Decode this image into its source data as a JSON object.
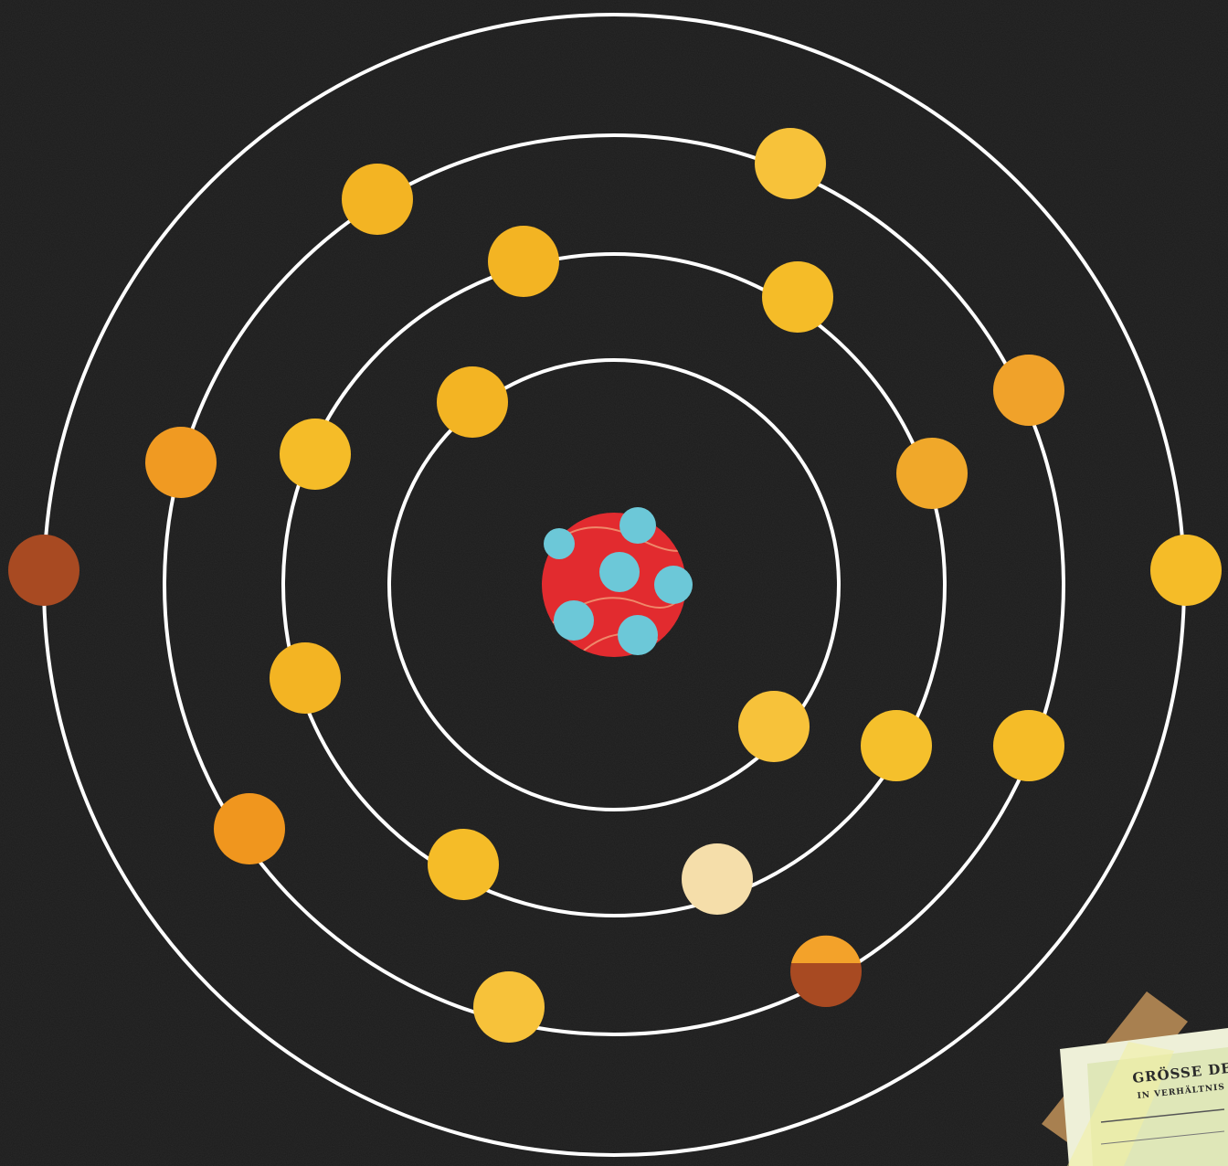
{
  "diagram": {
    "background_color": "#1c1c1c",
    "ring_color": "#ffffff",
    "nucleus": {
      "color": "#e22b2f",
      "dot_color": "#6cc8d8",
      "dot_count": 6
    },
    "shells": [
      {
        "electron_count": 2
      },
      {
        "electron_count": 8
      },
      {
        "electron_count": 8
      },
      {
        "electron_count": 2
      }
    ],
    "electron_colors": [
      "#f3b423",
      "#f0a22a",
      "#f7c83a",
      "#a84a22",
      "#f5deaa"
    ]
  },
  "card": {
    "line1": "GRÖSSE DER P",
    "line2": "IN VERHÄLTNIS Z",
    "paper_color": "#dfe7b8",
    "tape_color": "#a88050"
  }
}
